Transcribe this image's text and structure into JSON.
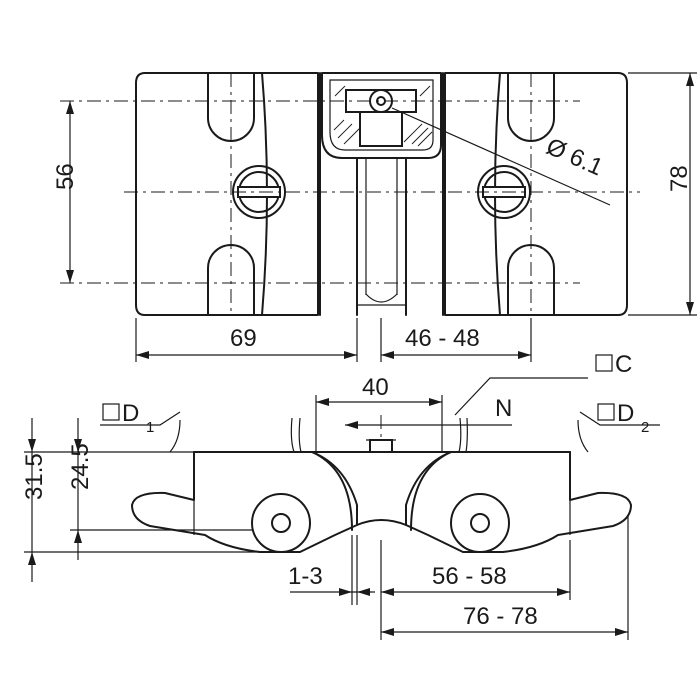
{
  "top_view": {
    "dims": {
      "height_56": "56",
      "width_69": "69",
      "width_46_48": "46 - 48",
      "height_78": "78",
      "diameter": "Ø 6.1"
    }
  },
  "side_view": {
    "dims": {
      "height_31_5": "31.5",
      "height_24_5": "24.5",
      "width_40": "40",
      "gap_1_3": "1-3",
      "width_56_58": "56 - 58",
      "width_76_78": "76 - 78"
    },
    "labels": {
      "d1_main": "D",
      "d1_sub": "1",
      "c": "C",
      "n": "N",
      "d2_main": "D",
      "d2_sub": "2"
    }
  }
}
